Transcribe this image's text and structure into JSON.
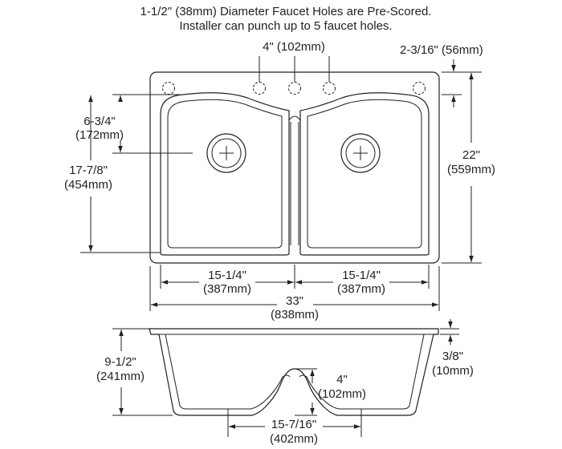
{
  "header": {
    "line1": "1-1/2\" (38mm) Diameter Faucet Holes are Pre-Scored.",
    "line2": "Installer can punch up to 5 faucet holes."
  },
  "dimensions": {
    "faucet_spacing": {
      "imperial": "4\" (102mm)"
    },
    "deck_height": {
      "imperial": "2-3/16\" (56mm)"
    },
    "drain_offset": {
      "imperial": "6-3/4\"",
      "metric": "(172mm)"
    },
    "bowl_length": {
      "imperial": "17-7/8\"",
      "metric": "(454mm)"
    },
    "overall_length": {
      "imperial": "22\"",
      "metric": "(559mm)"
    },
    "left_bowl_width": {
      "imperial": "15-1/4\"",
      "metric": "(387mm)"
    },
    "right_bowl_width": {
      "imperial": "15-1/4\"",
      "metric": "(387mm)"
    },
    "overall_width": {
      "imperial": "33\"",
      "metric": "(838mm)"
    },
    "bowl_depth": {
      "imperial": "9-1/2\"",
      "metric": "(241mm)"
    },
    "rim_thickness": {
      "imperial": "3/8\"",
      "metric": "(10mm)"
    },
    "divider_height": {
      "imperial": "4\"",
      "metric": "(102mm)"
    },
    "drain_spacing": {
      "imperial": "15-7/16\"",
      "metric": "(402mm)"
    }
  }
}
